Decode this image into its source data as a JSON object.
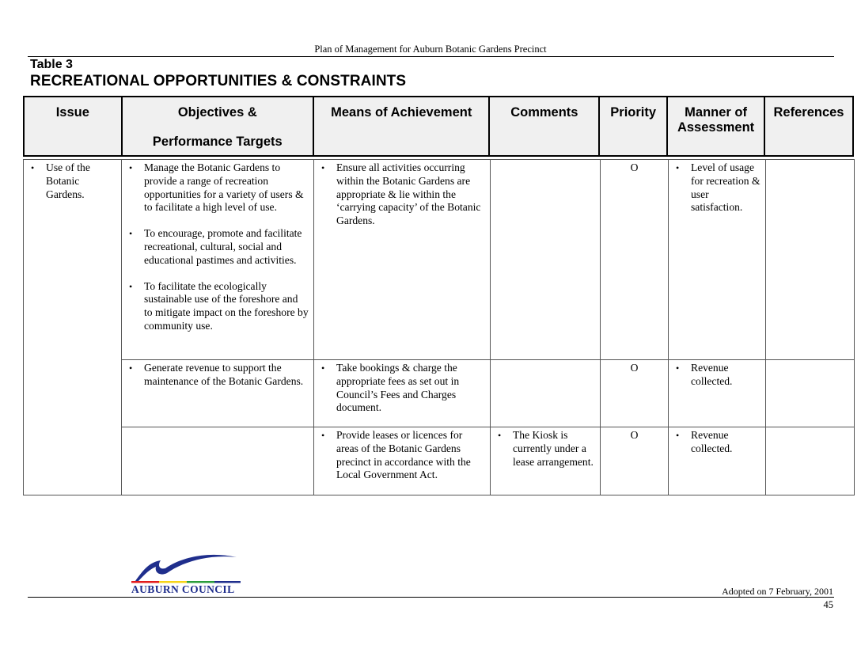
{
  "header": {
    "running_title": "Plan of Management for Auburn Botanic Gardens Precinct",
    "table_number": "Table 3",
    "table_title": "RECREATIONAL OPPORTUNITIES & CONSTRAINTS"
  },
  "columns": {
    "issue": "Issue",
    "objectives_line1": "Objectives &",
    "objectives_line2": "Performance Targets",
    "means": "Means of Achievement",
    "comments": "Comments",
    "priority": "Priority",
    "manner_line1": "Manner of",
    "manner_line2": "Assessment",
    "references": "References"
  },
  "rows": [
    {
      "issue": "Use of the Botanic Gardens.",
      "objectives": [
        "Manage the Botanic Gardens to provide a range of recreation opportunities for a variety of users & to facilitate a high level of use.",
        "To encourage, promote and facilitate recreational, cultural, social and educational pastimes and activities.",
        "To facilitate the ecologically sustainable use of the foreshore and to mitigate impact on the foreshore by community use."
      ],
      "means": "Ensure all activities occurring within the Botanic Gardens are appropriate & lie within the ‘carrying capacity’ of the Botanic Gardens.",
      "comments": "",
      "priority": "O",
      "assessment": "Level of usage for recreation & user satisfaction.",
      "references": ""
    },
    {
      "objectives": [
        "Generate revenue to support the maintenance of the Botanic Gardens."
      ],
      "means": "Take bookings & charge the appropriate fees as set out in Council’s Fees and Charges document.",
      "comments": "",
      "priority": "O",
      "assessment": "Revenue collected.",
      "references": ""
    },
    {
      "means": "Provide leases or licences for areas of the Botanic Gardens precinct in accordance with the Local Government Act.",
      "comments": "The Kiosk is currently under a lease arrangement.",
      "priority": "O",
      "assessment": "Revenue collected.",
      "references": ""
    }
  ],
  "footer": {
    "logo_text": "AUBURN COUNCIL",
    "adopted": "Adopted on 7 February, 2001",
    "page_number": "45"
  },
  "colors": {
    "logo_blue": "#1f2e8c",
    "logo_stripe": [
      "#e21b1b",
      "#f7d417",
      "#2a9d3a",
      "#1f2e8c"
    ]
  }
}
